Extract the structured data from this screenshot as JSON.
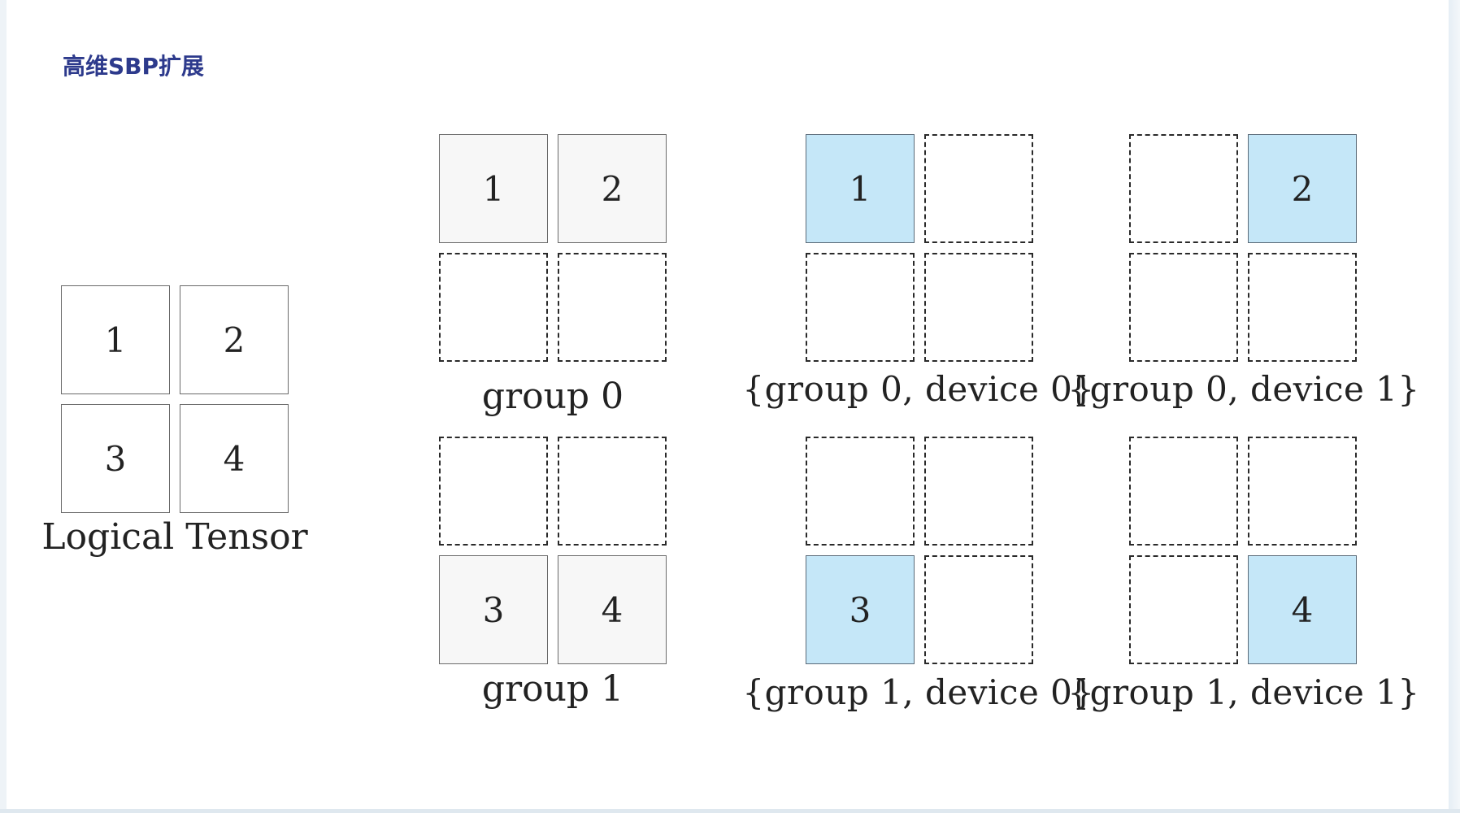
{
  "title": "高维SBP扩展",
  "logical_tensor": {
    "cells": [
      "1",
      "2",
      "3",
      "4"
    ],
    "caption": "Logical Tensor"
  },
  "groups": [
    {
      "label": "group 0",
      "cells": [
        "1",
        "2",
        "",
        ""
      ]
    },
    {
      "label": "group 1",
      "cells": [
        "",
        "",
        "3",
        "4"
      ]
    }
  ],
  "devices": [
    {
      "label": "{group 0, device 0}",
      "cells": [
        "1",
        "",
        "",
        ""
      ]
    },
    {
      "label": "{group 0, device 1}",
      "cells": [
        "",
        "2",
        "",
        ""
      ]
    },
    {
      "label": "{group 1, device 0}",
      "cells": [
        "",
        "",
        "3",
        ""
      ]
    },
    {
      "label": "{group 1, device 1}",
      "cells": [
        "",
        "",
        "",
        "4"
      ]
    }
  ],
  "colors": {
    "title": "#2d3a8c",
    "highlight": "#c5e7f8",
    "border": "#6a6a6a"
  }
}
